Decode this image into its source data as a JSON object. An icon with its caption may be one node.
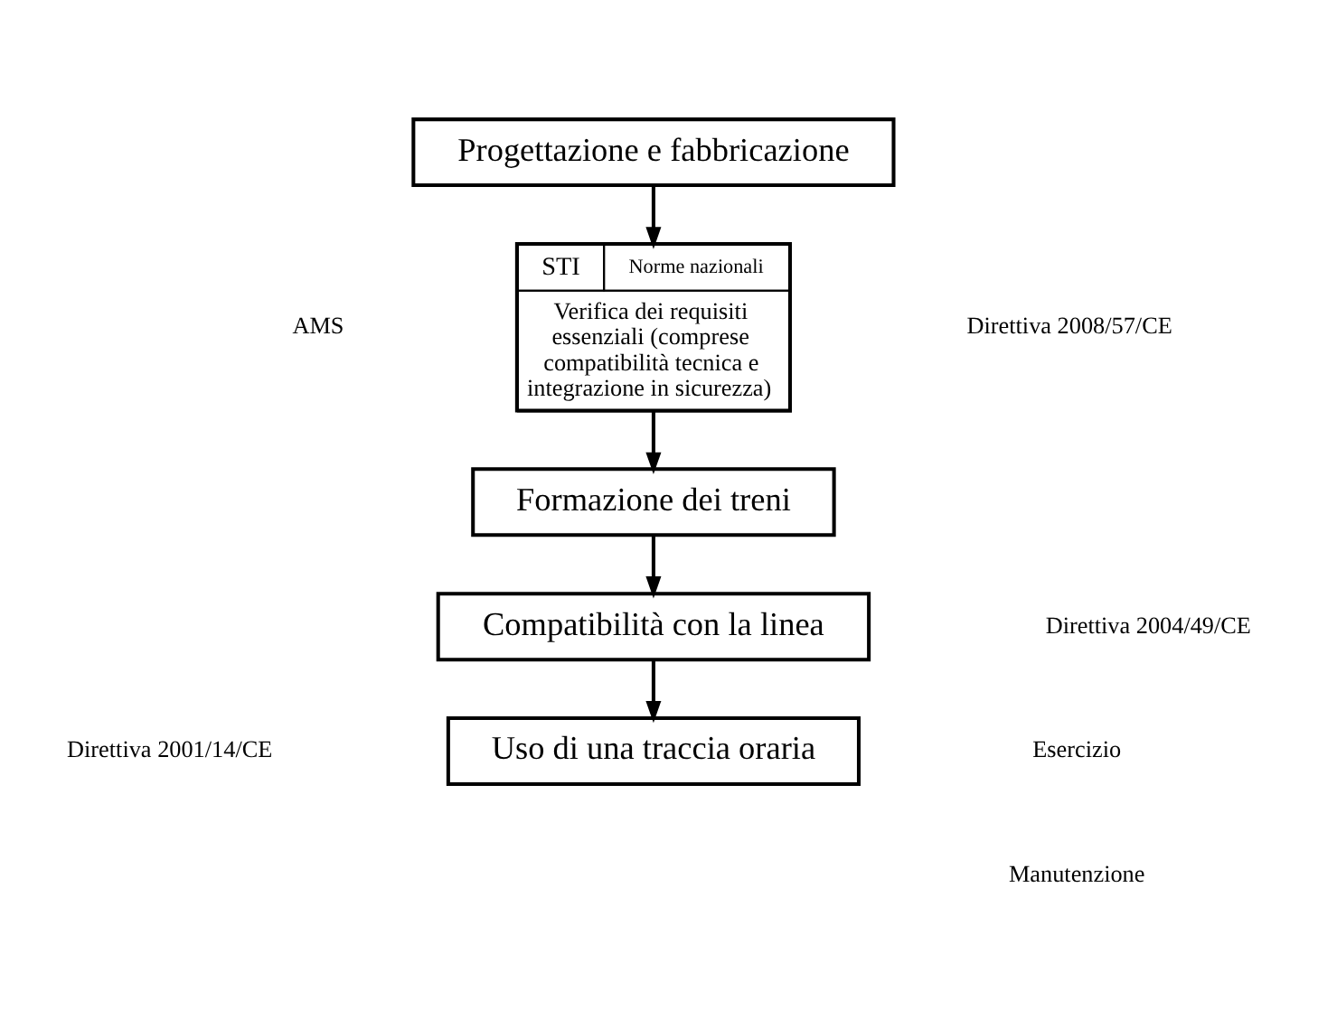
{
  "diagram": {
    "nodes": [
      {
        "text": [
          "Progettazione e fabbricazione"
        ]
      },
      {
        "text": [
          "STI",
          "Norme nazionali",
          "Verifica dei requisiti essenziali (comprese compatibilità tecnica e integrazione in sicurezza)"
        ]
      },
      {
        "text": [
          "Formazione dei treni"
        ]
      },
      {
        "text": [
          "Compatibilità con la linea"
        ]
      },
      {
        "text": [
          "Uso di una traccia oraria"
        ]
      }
    ],
    "edges": [
      {
        "from": 0,
        "to": 1,
        "arrow": "to"
      },
      {
        "from": 1,
        "to": 2,
        "arrow": "to"
      },
      {
        "from": 2,
        "to": 3,
        "arrow": "to"
      },
      {
        "from": 3,
        "to": 4,
        "arrow": "to"
      }
    ],
    "labels": [
      "Direttiva 2008/57/CE",
      "AMS",
      "Direttiva 2004/49/CE",
      "Esercizio",
      "Manutenzione",
      "Direttiva 2001/14/CE"
    ]
  }
}
